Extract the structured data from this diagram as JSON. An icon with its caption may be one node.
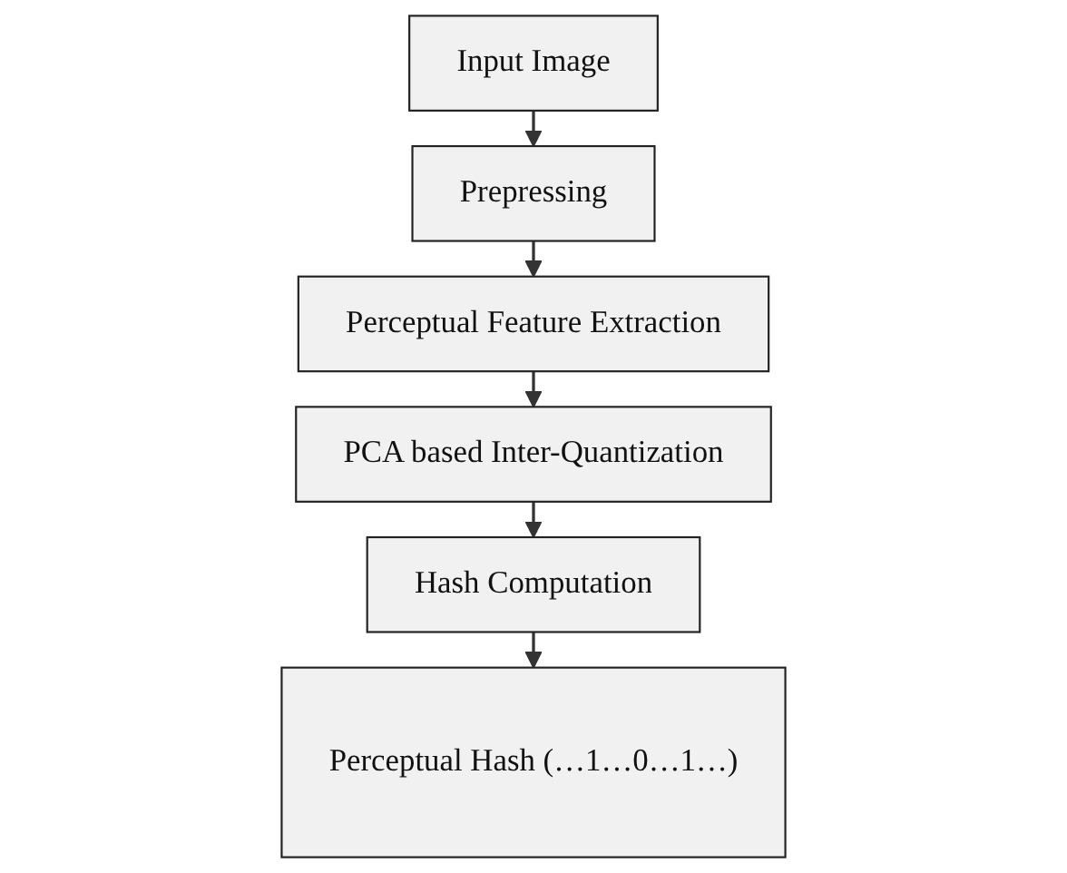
{
  "diagram": {
    "nodes": [
      {
        "text": [
          "Input Image"
        ]
      },
      {
        "text": [
          "Prepressing"
        ]
      },
      {
        "text": [
          "Perceptual Feature Extraction"
        ]
      },
      {
        "text": [
          "PCA based Inter-Quantization"
        ]
      },
      {
        "text": [
          "Hash Computation"
        ]
      },
      {
        "text": [
          "Perceptual Hash (…1…0…1…)"
        ]
      }
    ],
    "edges": [
      {
        "from": 0,
        "to": 1,
        "arrow": "to"
      },
      {
        "from": 1,
        "to": 2,
        "arrow": "to"
      },
      {
        "from": 2,
        "to": 3,
        "arrow": "to"
      },
      {
        "from": 3,
        "to": 4,
        "arrow": "to"
      },
      {
        "from": 4,
        "to": 5,
        "arrow": "to"
      }
    ]
  }
}
